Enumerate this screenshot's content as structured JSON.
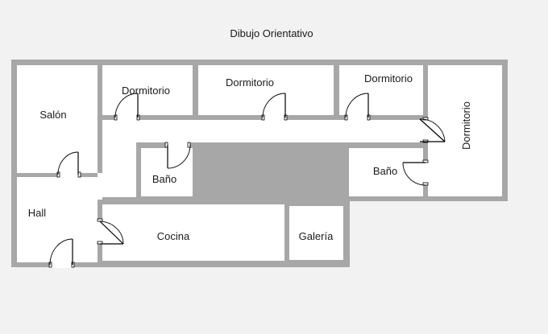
{
  "title": "Dibujo Orientativo",
  "rooms": {
    "salon": "Salón",
    "hall": "Hall",
    "dormitorio_1": "Dormitorio",
    "dormitorio_2": "Dormitorio",
    "dormitorio_3": "Dormitorio",
    "dormitorio_4": "Dormitorio",
    "bano_1": "Baño",
    "bano_2": "Baño",
    "cocina": "Cocina",
    "galeria": "Galería"
  },
  "colors": {
    "wall": "#a7a7a7",
    "room": "#ffffff",
    "background": "#f2f2f2",
    "text": "#1a1a1a"
  }
}
